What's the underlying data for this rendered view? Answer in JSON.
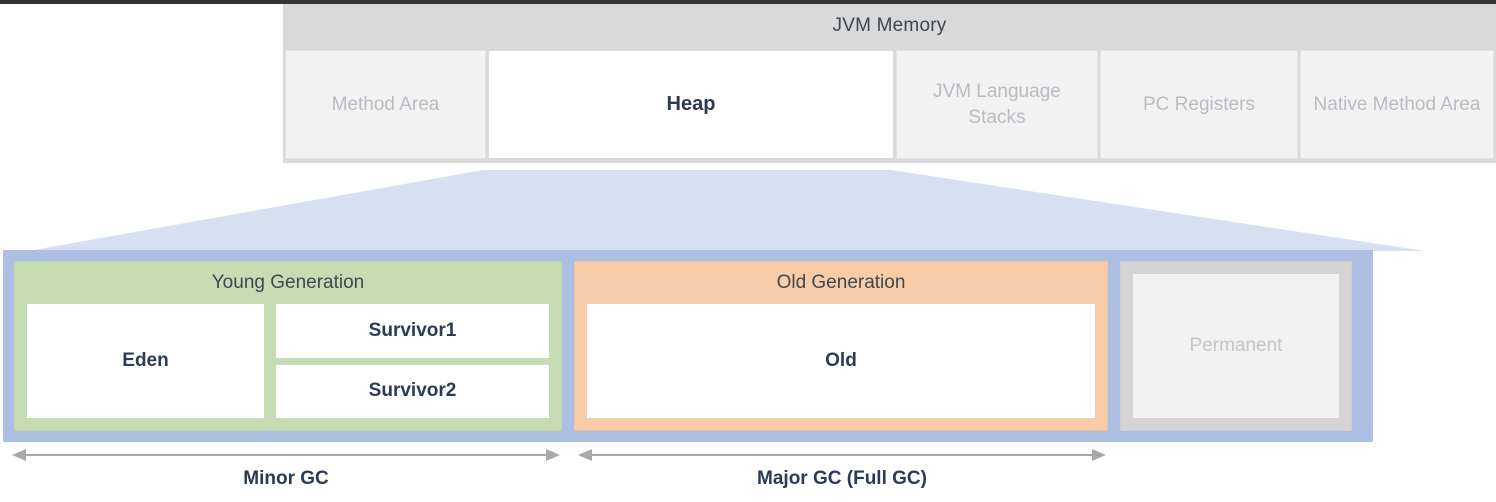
{
  "diagram": {
    "jvm_memory": {
      "title": "JVM Memory",
      "regions": [
        {
          "label": "Method Area",
          "highlighted": false
        },
        {
          "label": "Heap",
          "highlighted": true
        },
        {
          "label": "JVM Language Stacks",
          "highlighted": false
        },
        {
          "label": "PC Registers",
          "highlighted": false
        },
        {
          "label": "Native Method Area",
          "highlighted": false
        }
      ]
    },
    "heap_detail": {
      "young_generation": {
        "title": "Young Generation",
        "eden": "Eden",
        "survivor1": "Survivor1",
        "survivor2": "Survivor2"
      },
      "old_generation": {
        "title": "Old Generation",
        "old": "Old"
      },
      "permanent": {
        "label": "Permanent"
      }
    },
    "gc": {
      "minor": "Minor GC",
      "major": "Major GC (Full GC)"
    },
    "colors": {
      "panel_header": "#d9d9d9",
      "heap_highlight": "#ffffff",
      "funnel": "#d7e0f2",
      "heap_container": "#adc0e4",
      "young_generation": "#c6ddb3",
      "old_generation": "#f7cda9",
      "permanent": "#d4d4d4",
      "text_dark": "#2b3a55",
      "text_muted": "#b9bcc2",
      "arrow": "#a8a8a8"
    }
  }
}
